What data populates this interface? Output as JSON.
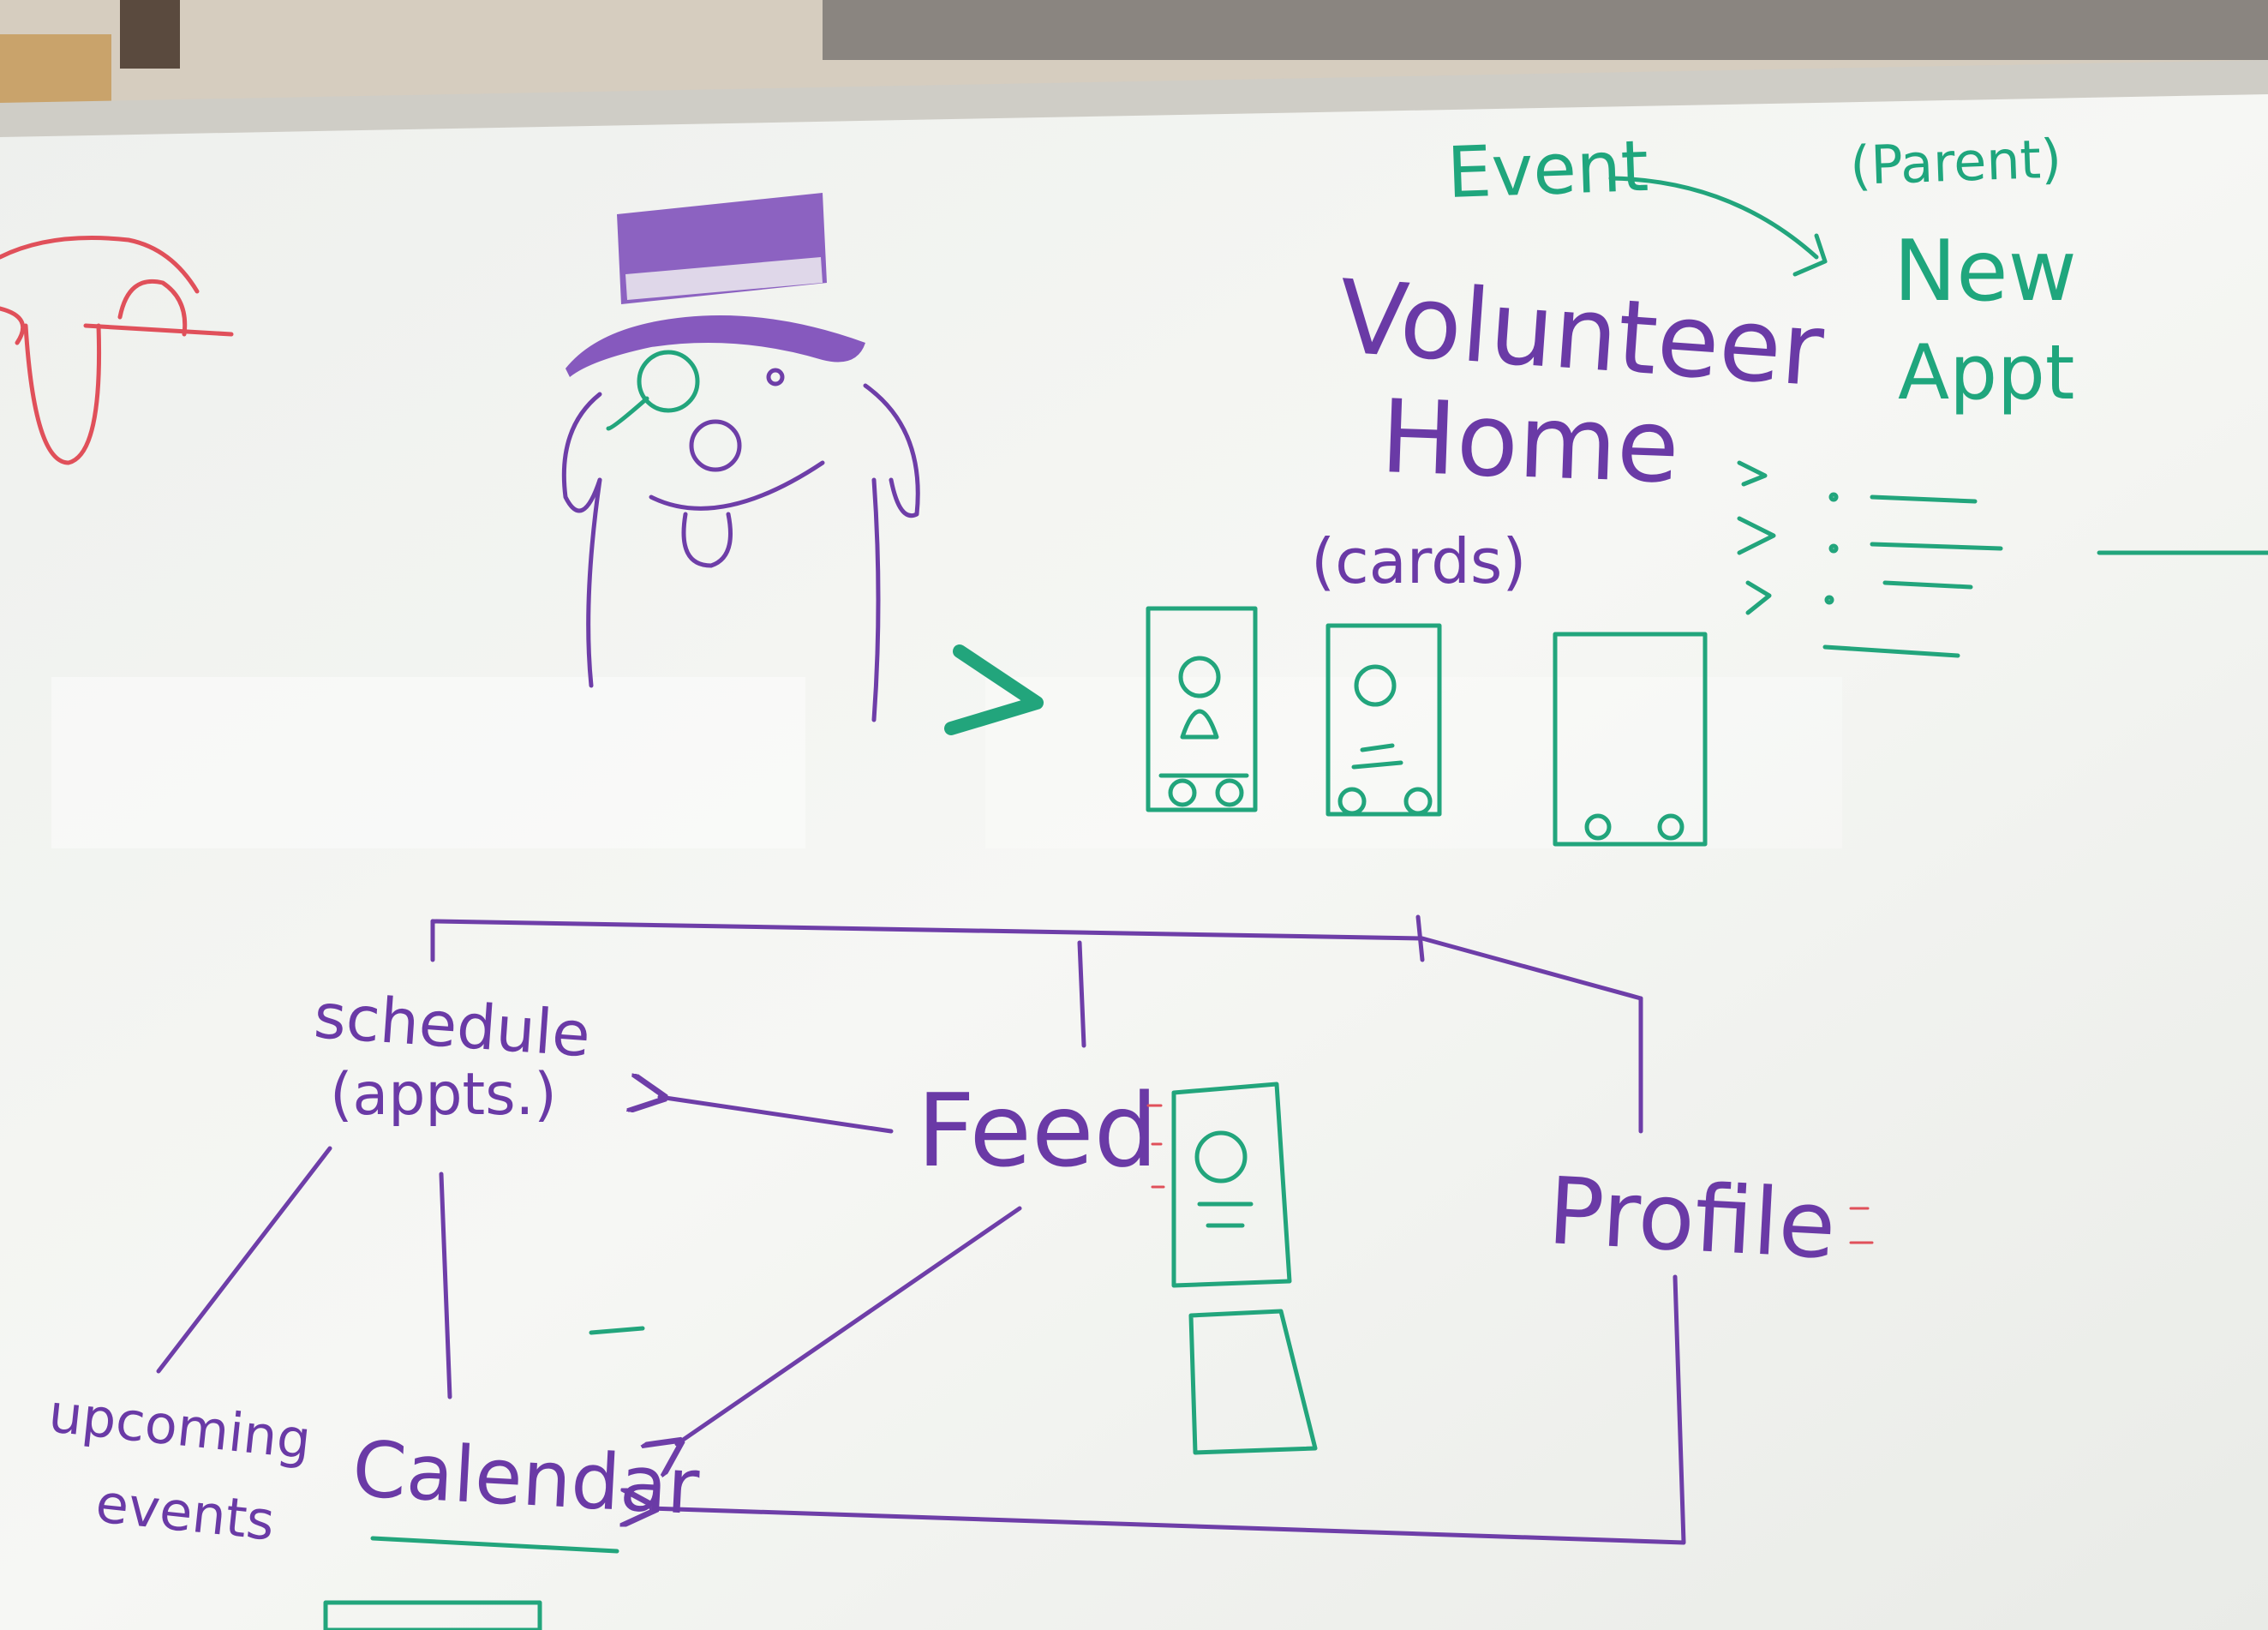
{
  "whiteboard": {
    "labels": {
      "event": "Event",
      "parent": "(Parent)",
      "new": "New",
      "appt": "Appt",
      "volunteer": "Volunteer",
      "home": "Home",
      "cards": "(cards)",
      "schedule": "schedule",
      "appts": "(appts.)",
      "feed": "Feed",
      "profile": "Profile",
      "upcoming": "upcoming",
      "events": "events",
      "calendar": "Calendar"
    }
  },
  "colors": {
    "board": "#f4f5f2",
    "frame": "#cfcdc6",
    "wall": "#d9d2c8",
    "purple_marker": "#6e3ea8",
    "green_marker": "#22a57c",
    "red_marker": "#e0505a"
  }
}
